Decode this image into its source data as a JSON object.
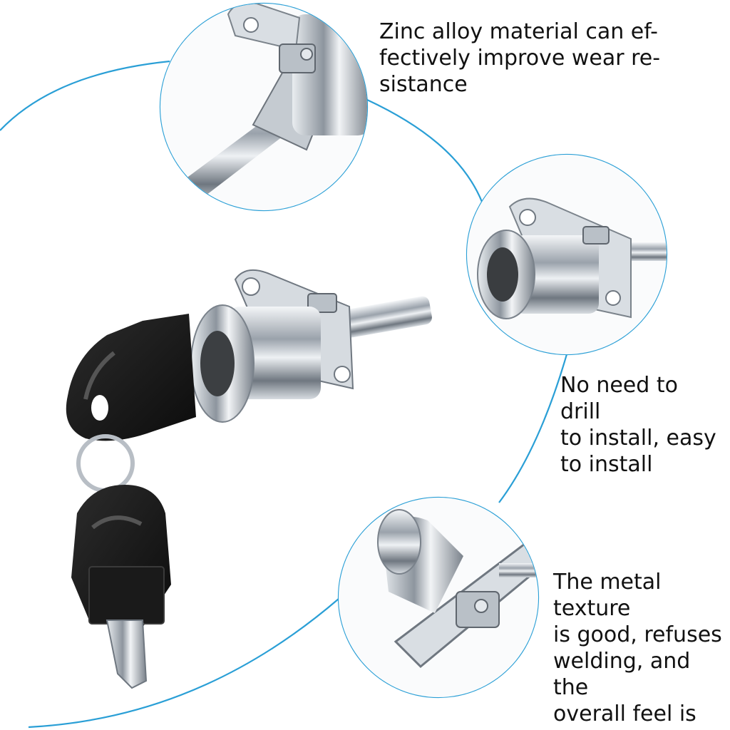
{
  "accent_color": "#2a9fd6",
  "captions": {
    "wear_resistance": "Zinc alloy material can ef-\nfectively improve wear re-\nsistance",
    "easy_install": "No need to drill\nto install, easy\nto install",
    "metal_texture": "The metal texture\nis good, refuses\nwelding, and the\noverall feel is\nsmooth"
  },
  "icons": {
    "main_product": "plunger-lock-with-keys",
    "detail_top": "lock-bolt-closeup",
    "detail_middle": "lock-body-closeup",
    "detail_bottom": "lock-plate-closeup"
  }
}
